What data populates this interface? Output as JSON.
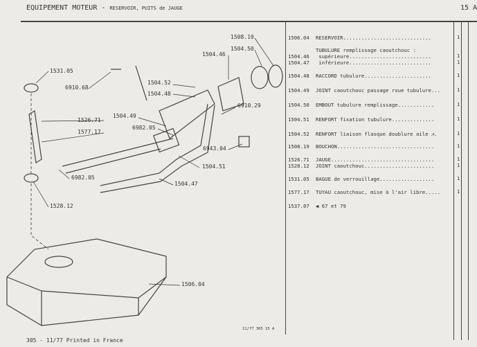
{
  "header": {
    "section": "EQUIPEMENT MOTEUR",
    "separator": " - ",
    "subtitle": "RESERVOIR, PUITS de JAUGE",
    "page_ref": "15 A"
  },
  "diagram_labels": [
    "1508.19",
    "1504.50",
    "1504.46",
    "1531.05",
    "6910.68",
    "1504.52",
    "1504.48",
    "6910.29",
    "1504.49",
    "1526.71",
    "6982.05",
    "1577.17",
    "6943.04",
    "1504.51",
    "6982.05",
    "1504.47",
    "1528.12",
    "1506.04"
  ],
  "diagram_code": "11/77 305 15 A",
  "parts": [
    {
      "ref": "1506.04",
      "desc": "RESERVOIR.............................",
      "qty": "1"
    },
    {
      "ref": "",
      "desc": "TUBULURE remplissage caoutchouc :",
      "qty": ""
    },
    {
      "ref": "1504.46",
      "desc": " supérieure...........................",
      "qty": "1"
    },
    {
      "ref": "1504.47",
      "desc": " inférieure...........................",
      "qty": "1"
    },
    {
      "ref": "1504.48",
      "desc": "RACCORD tubulure......................",
      "qty": "1"
    },
    {
      "ref": "1504.49",
      "desc": "JOINT caoutchouc passage roue tubulure...",
      "qty": "1"
    },
    {
      "ref": "1504.50",
      "desc": "EMBOUT tubulure remplissage............",
      "qty": "1"
    },
    {
      "ref": "1504.51",
      "desc": "RENFORT fixation tubulure..............",
      "qty": "1"
    },
    {
      "ref": "1504.52",
      "desc": "RENFORT liaison flasque doublure aile ⩘.",
      "qty": "1"
    },
    {
      "ref": "1508.19",
      "desc": "BOUCHON................................",
      "qty": "1"
    },
    {
      "ref": "1526.71",
      "desc": "JAUGE..................................",
      "qty": "1"
    },
    {
      "ref": "1528.12",
      "desc": "JOINT caoutchouc.......................",
      "qty": "1"
    },
    {
      "ref": "1531.05",
      "desc": "BAGUE de verrouillage..................",
      "qty": "1"
    },
    {
      "ref": "1577.17",
      "desc": "TUYAU caoutchouc, mise à l'air libre.....",
      "qty": "1"
    },
    {
      "ref": "1537.07",
      "desc": "◀ 67 et 79",
      "qty": ""
    }
  ],
  "footer": "305 - 11/77 Printed in France"
}
